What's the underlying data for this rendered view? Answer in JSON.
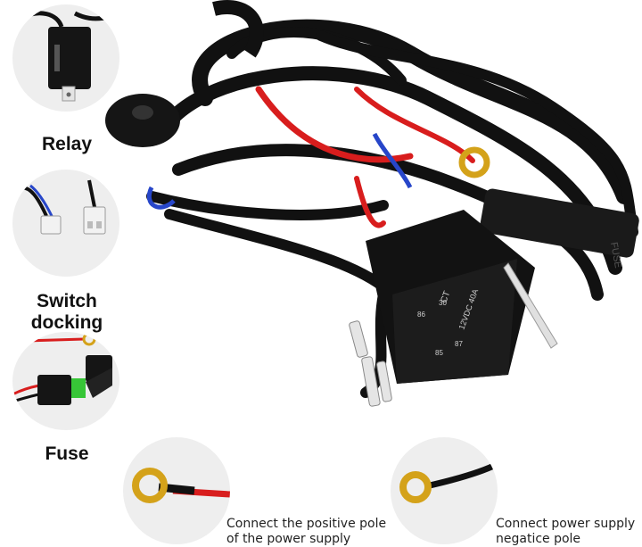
{
  "sidebar": {
    "items": [
      {
        "label": "Relay",
        "icon": "relay-icon"
      },
      {
        "label": "Switch docking",
        "icon": "connector-icon"
      },
      {
        "label": "Fuse",
        "icon": "fuse-holder-icon"
      }
    ]
  },
  "relay_markings": {
    "brand": "CT",
    "rating": "12VDC 40A",
    "pin_a": "86",
    "pin_b": "30",
    "pin_c": "85",
    "pin_d": "87"
  },
  "fuse_marking": "FUSE",
  "bottom": {
    "positive": {
      "caption_line1": "Connect the positive pole",
      "caption_line2": "of the power supply",
      "icon": "positive-ring-terminal-icon"
    },
    "negative": {
      "caption_line1": "Connect power supply",
      "caption_line2": "negatice pole",
      "icon": "negative-ring-terminal-icon"
    }
  },
  "colors": {
    "wire_black": "#111111",
    "wire_red": "#d81d1d",
    "wire_blue": "#2746c9",
    "terminal_gold": "#d4a21a",
    "circle_bg": "#eeeeee"
  }
}
